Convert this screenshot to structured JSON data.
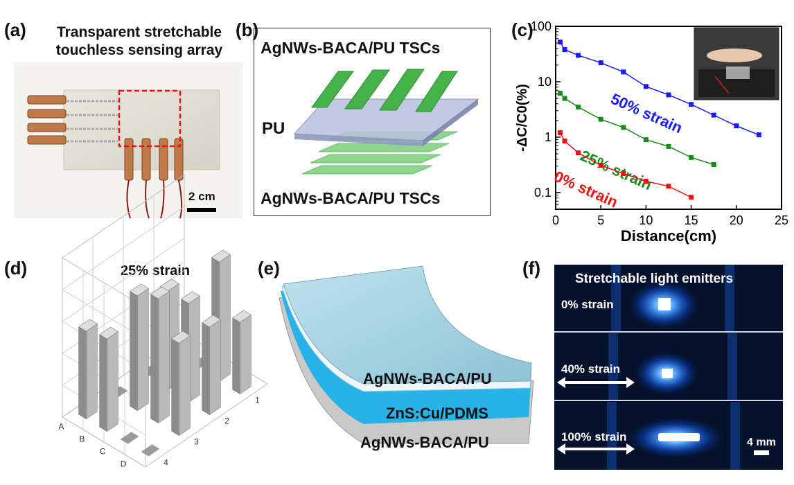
{
  "panels": {
    "a": {
      "label": "(a)",
      "title_line1": "Transparent stretchable",
      "title_line2": "touchless sensing array",
      "scale_bar": "2 cm"
    },
    "b": {
      "label": "(b)",
      "top_text": "AgNWs-BACA/PU TSCs",
      "middle_text": "PU",
      "bottom_text": "AgNWs-BACA/PU TSCs"
    },
    "c": {
      "label": "(c)"
    },
    "d": {
      "label": "(d)",
      "title": "25% strain",
      "row_labels": [
        "A",
        "B",
        "C",
        "D"
      ],
      "col_labels": [
        "4",
        "3",
        "2",
        "1"
      ]
    },
    "e": {
      "label": "(e)",
      "layer_top": "AgNWs-BACA/PU",
      "layer_mid": "ZnS:Cu/PDMS",
      "layer_bottom": "AgNWs-BACA/PU"
    },
    "f": {
      "label": "(f)",
      "title": "Stretchable light emitters",
      "row1": "0% strain",
      "row2": "40%  strain",
      "row3": "100%  strain",
      "scale_bar": "4 mm"
    }
  },
  "colors": {
    "blue_series": "#1a1aff",
    "green_series": "#1a8a1a",
    "red_series": "#ee1111",
    "electrode_green": "#3cb043",
    "pu_blue": "#a9b3d6",
    "emitter_bg": "#050b1e"
  },
  "chart_data": {
    "type": "line",
    "xlabel": "Distance(cm)",
    "ylabel": "-ΔC/C0(%)",
    "xlim": [
      0,
      25
    ],
    "ylim": [
      0.05,
      100
    ],
    "yscale": "log",
    "x_ticks": [
      "0",
      "5",
      "10",
      "15",
      "20",
      "25"
    ],
    "y_ticks": [
      "0.1",
      "1",
      "10",
      "100"
    ],
    "series": [
      {
        "name": "50% strain",
        "color": "#1a1aff",
        "x": [
          0.5,
          1,
          2.5,
          5,
          7.5,
          10,
          12.5,
          15,
          17.5,
          20,
          22.5
        ],
        "y": [
          52,
          38,
          30,
          22,
          15,
          8.2,
          5.8,
          3.9,
          2.5,
          1.6,
          1.1
        ]
      },
      {
        "name": "25% strain",
        "color": "#1a8a1a",
        "x": [
          0.5,
          1,
          2.5,
          5,
          7.5,
          10,
          12.5,
          15,
          17.5
        ],
        "y": [
          6.2,
          5.0,
          3.5,
          2.1,
          1.5,
          0.9,
          0.68,
          0.43,
          0.32
        ]
      },
      {
        "name": "0% strain",
        "color": "#ee1111",
        "x": [
          0.5,
          1,
          2.5,
          5,
          7.5,
          10,
          12.5,
          15
        ],
        "y": [
          1.2,
          0.85,
          0.52,
          0.31,
          0.22,
          0.16,
          0.13,
          0.082
        ]
      }
    ]
  },
  "bar3d_data": {
    "type": "bar",
    "rows": [
      "A",
      "B",
      "C",
      "D"
    ],
    "cols": [
      "4",
      "3",
      "2",
      "1"
    ],
    "values": [
      [
        0.55,
        0.0,
        0.0,
        0.0
      ],
      [
        0.58,
        0.72,
        0.62,
        0.0
      ],
      [
        0.0,
        0.78,
        0.62,
        0.75
      ],
      [
        0.0,
        0.58,
        0.55,
        0.45
      ]
    ]
  }
}
